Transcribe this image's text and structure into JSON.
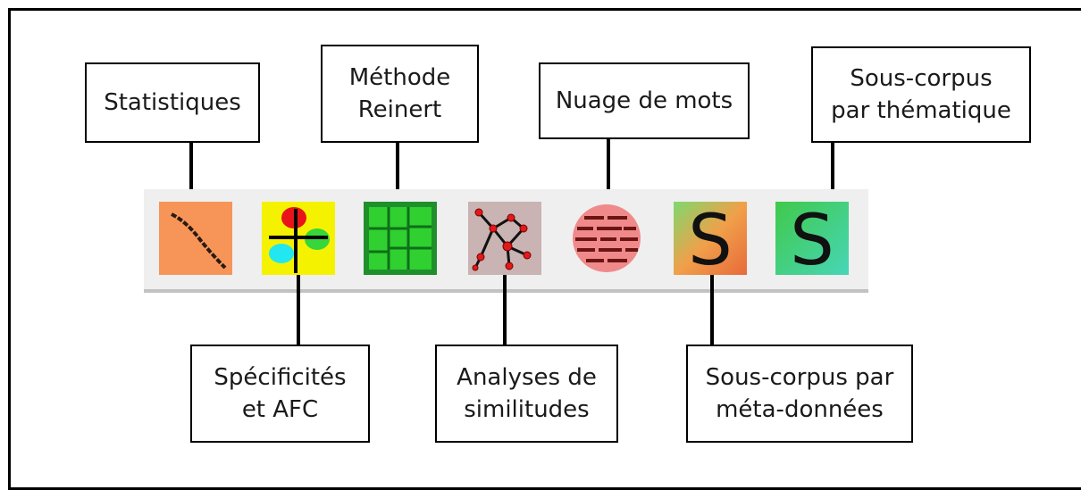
{
  "labels": {
    "statistiques": "Statistiques",
    "methode_reinert": "Méthode\nReinert",
    "nuage_de_mots": "Nuage de mots",
    "souscorpus_thematique": "Sous-corpus\npar thématique",
    "specificites_afc": "Spécificités\net AFC",
    "analyses_similitudes": "Analyses de\nsimilitudes",
    "souscorpus_metadonnees": "Sous-corpus par\nméta-données"
  },
  "toolbar": {
    "icons": [
      {
        "name": "statistics-icon"
      },
      {
        "name": "specificities-afc-icon"
      },
      {
        "name": "reinert-method-icon"
      },
      {
        "name": "similarity-analysis-icon"
      },
      {
        "name": "word-cloud-icon"
      },
      {
        "name": "subcorpus-metadata-icon"
      },
      {
        "name": "subcorpus-thematic-icon"
      }
    ]
  },
  "colors": {
    "statistics_bg": "#f79559",
    "afc_bg": "#f5f200",
    "reinert_bg": "#2fd02f",
    "similitudes_bg": "#c9b3b3",
    "wordcloud_bg": "#f08a8a",
    "metadata_gradient": [
      "#7ed96d",
      "#f0a04a"
    ],
    "thematic_gradient": [
      "#40c94a",
      "#47d6b8"
    ]
  }
}
